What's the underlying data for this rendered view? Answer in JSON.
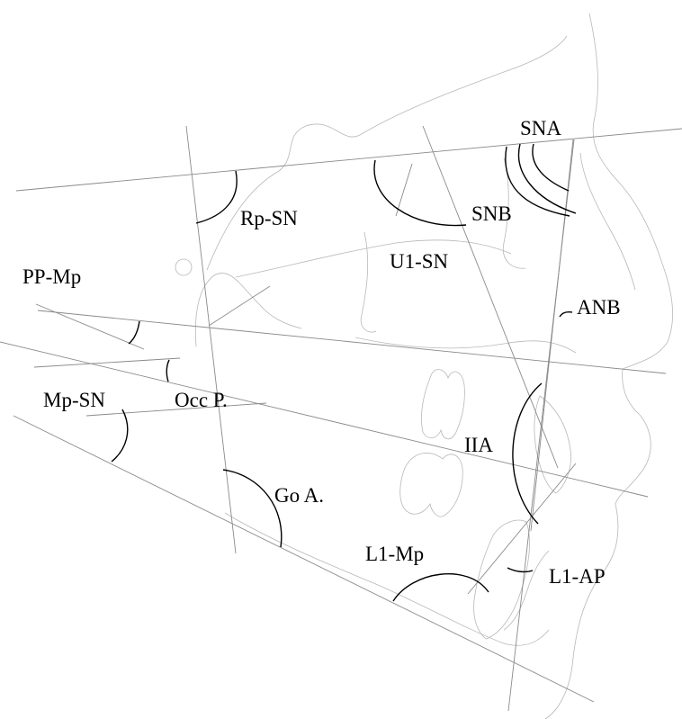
{
  "labels": {
    "sna": "SNA",
    "snb": "SNB",
    "rp_sn": "Rp-SN",
    "u1_sn": "U1-SN",
    "pp_mp": "PP-Mp",
    "anb": "ANB",
    "occ_p": "Occ P.",
    "mp_sn": "Mp-SN",
    "iia": "IIA",
    "go_a": "Go A.",
    "l1_mp": "L1-Mp",
    "l1_ap": "L1-AP"
  },
  "colors": {
    "reference_lines": "#8a8a8a",
    "anatomical_tracing": "#b8b8b8",
    "angle_arcs": "#000000",
    "labels": "#000000",
    "background": "#ffffff"
  }
}
